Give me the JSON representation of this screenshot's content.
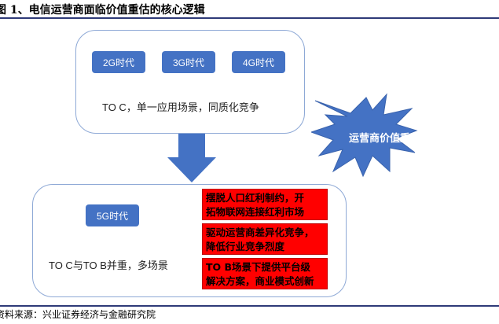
{
  "figure": {
    "title": "图 1、电信运营商面临价值重估的核心逻辑",
    "source": "资料来源：兴业证券经济与金融研究院"
  },
  "top_box": {
    "eras": [
      "2G时代",
      "3G时代",
      "4G时代"
    ],
    "description": "TO C，单一应用场景，同质化竞争"
  },
  "bottom_box": {
    "era": "5G时代",
    "description": "TO C与TO B并重，多场景",
    "highlights": [
      {
        "line1": "摆脱人口红利制约，开",
        "line2": "拓物联网连接红利市场"
      },
      {
        "line1": "驱动运营商差异化竞争，",
        "line2": "降低行业竞争烈度"
      },
      {
        "line1": "TO B场景下提供平台级",
        "line2": "解决方案，商业模式创新"
      }
    ]
  },
  "burst": {
    "label": "运营商价值重估"
  },
  "colors": {
    "blue": "#4472c4",
    "red": "#ff0000",
    "box_border": "#8ea9d6",
    "rule": "#2e3a78"
  }
}
